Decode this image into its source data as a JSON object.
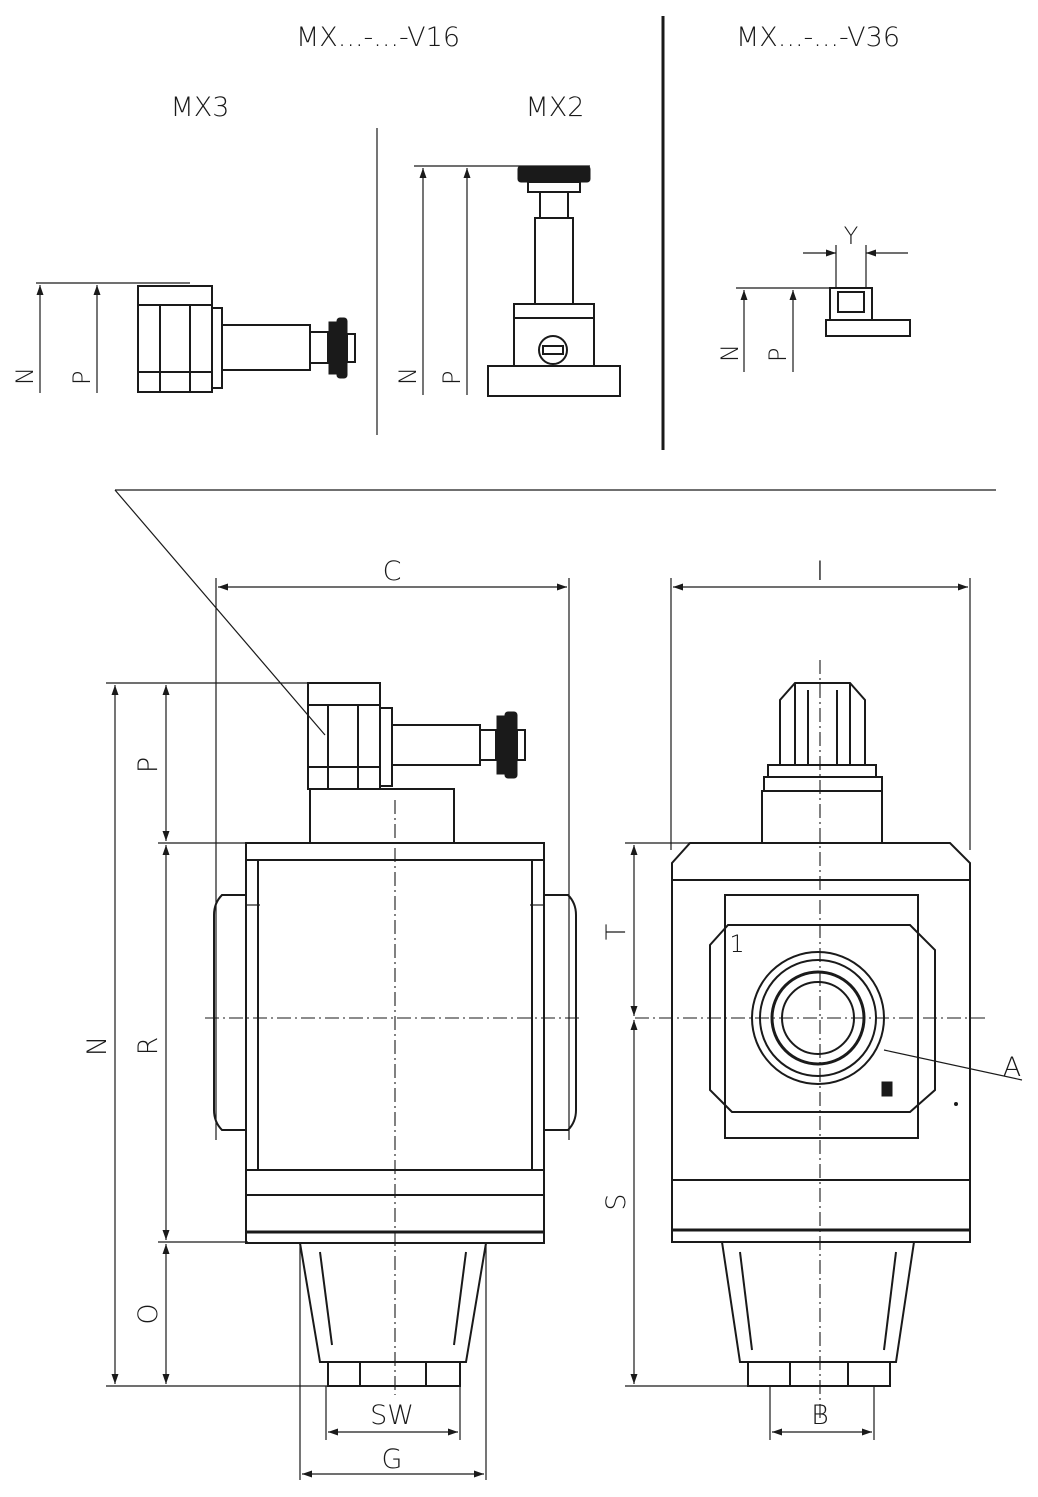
{
  "headings": {
    "v16": "MX...-...-V16",
    "v36": "MX...-...-V36",
    "mx3": "MX3",
    "mx2": "MX2"
  },
  "dimensions": {
    "C": "C",
    "I": "I",
    "N": "N",
    "P": "P",
    "R": "R",
    "O": "O",
    "T": "T",
    "S": "S",
    "SW": "SW",
    "G": "G",
    "B": "B",
    "A": "A",
    "Y": "Y"
  },
  "port_label": "1"
}
